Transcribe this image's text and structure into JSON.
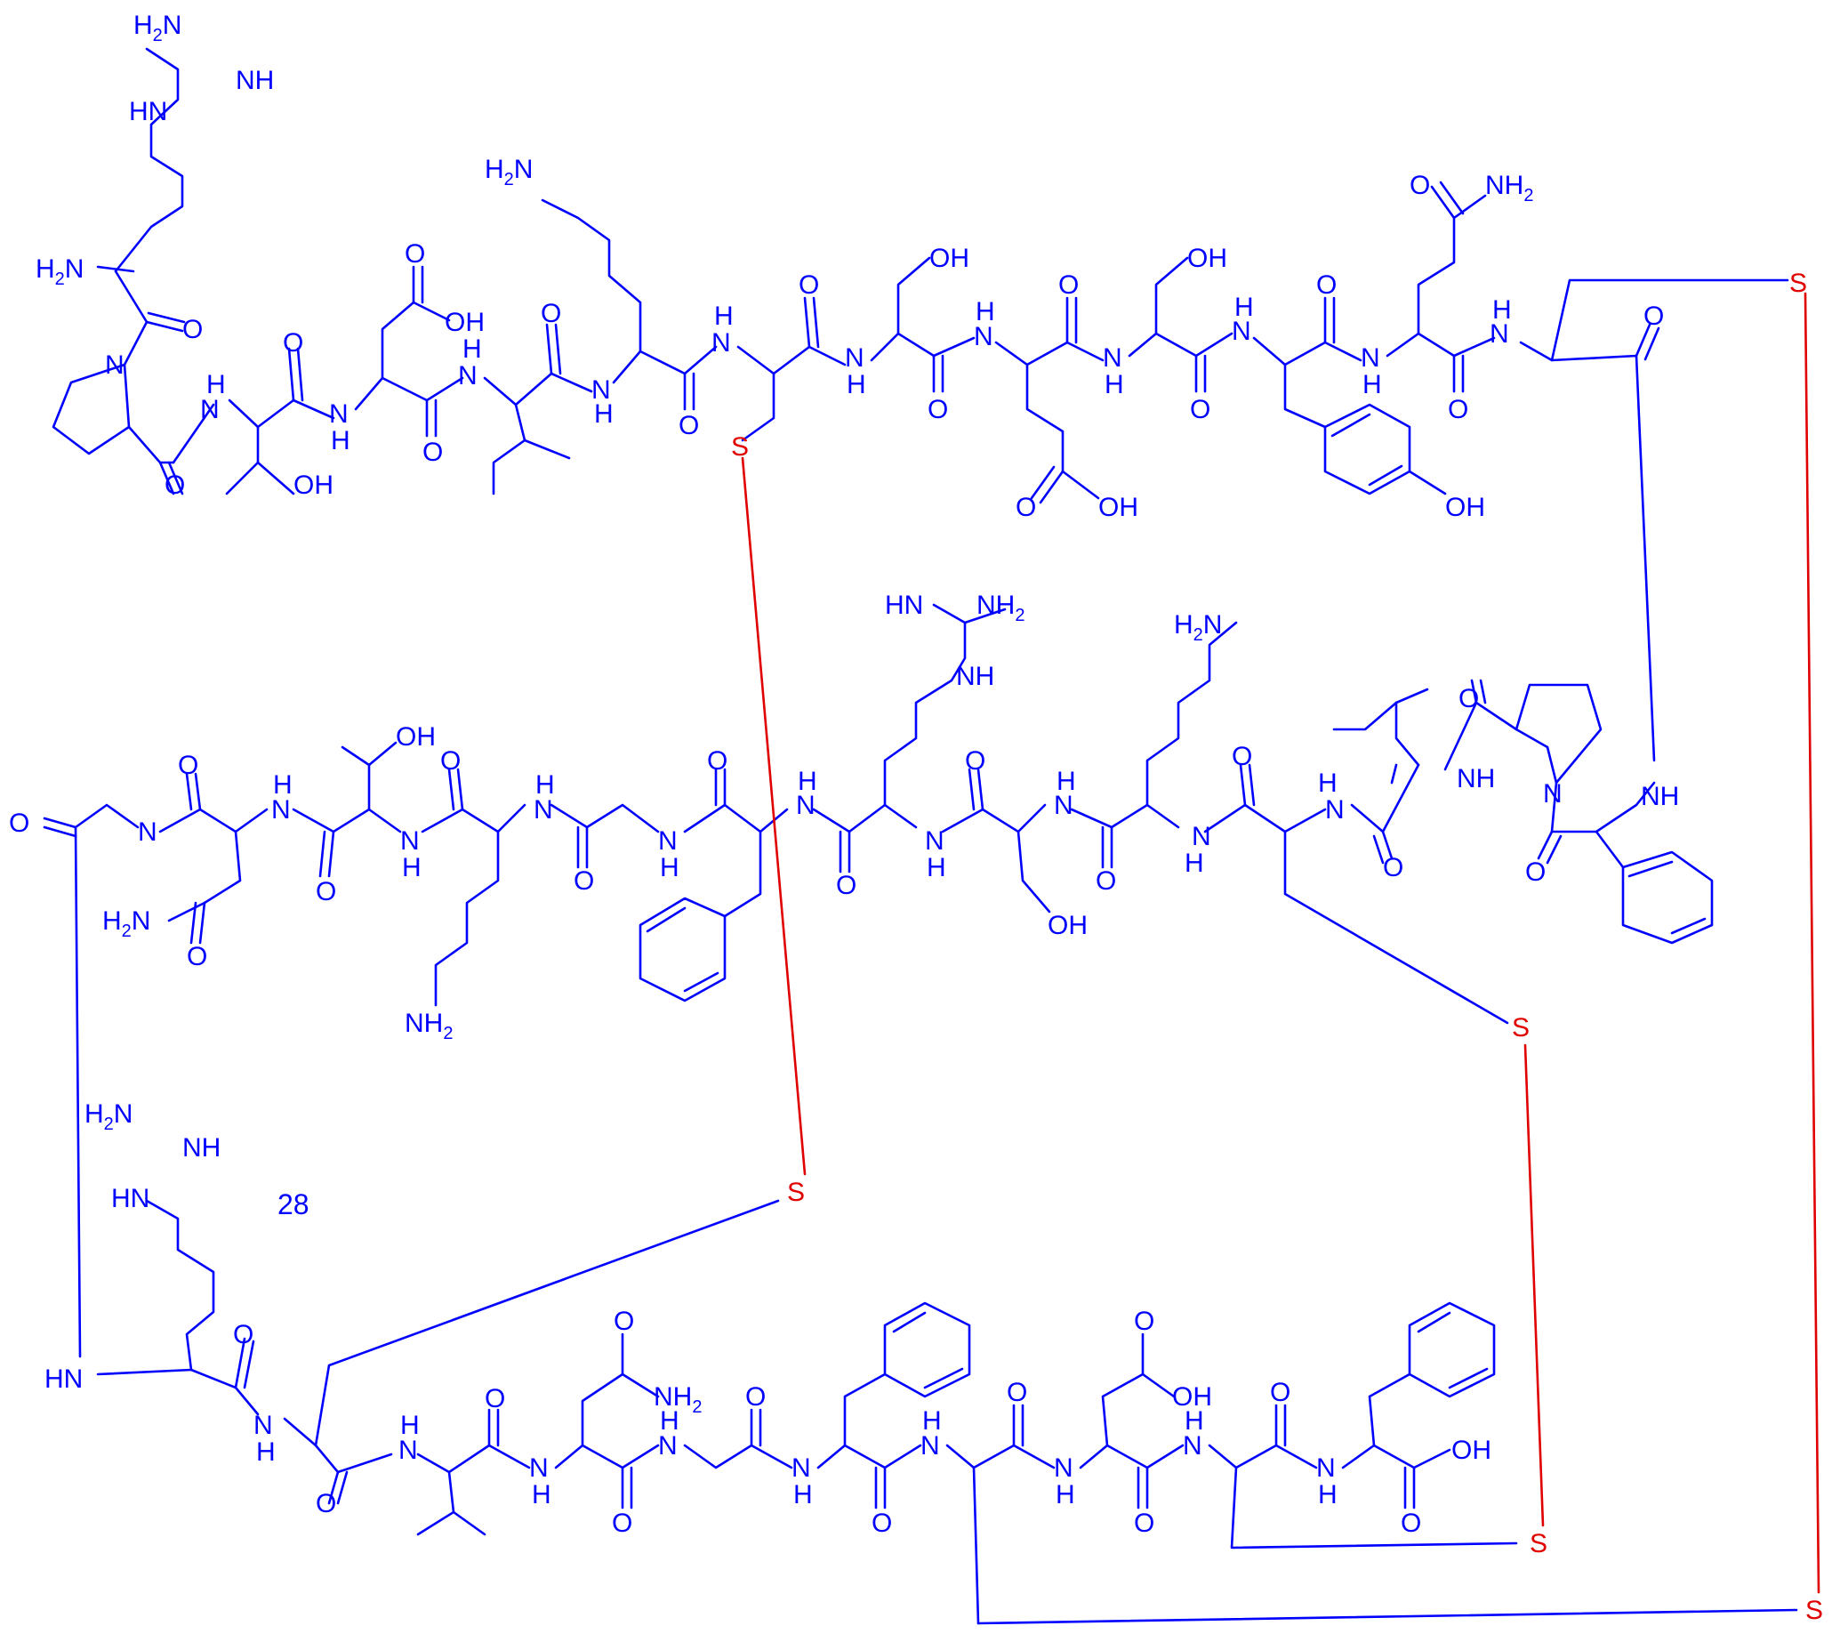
{
  "compound": {
    "number": "28"
  },
  "labels": {
    "h2n": "H2N",
    "nh2": "NH2",
    "nh": "NH",
    "hn": "HN",
    "n": "N",
    "h": "H",
    "o": "O",
    "oh": "OH",
    "s": "S"
  },
  "colors": {
    "bond": "#0000ff",
    "disulfide": "#e00000",
    "sulfur": "#e00000"
  }
}
